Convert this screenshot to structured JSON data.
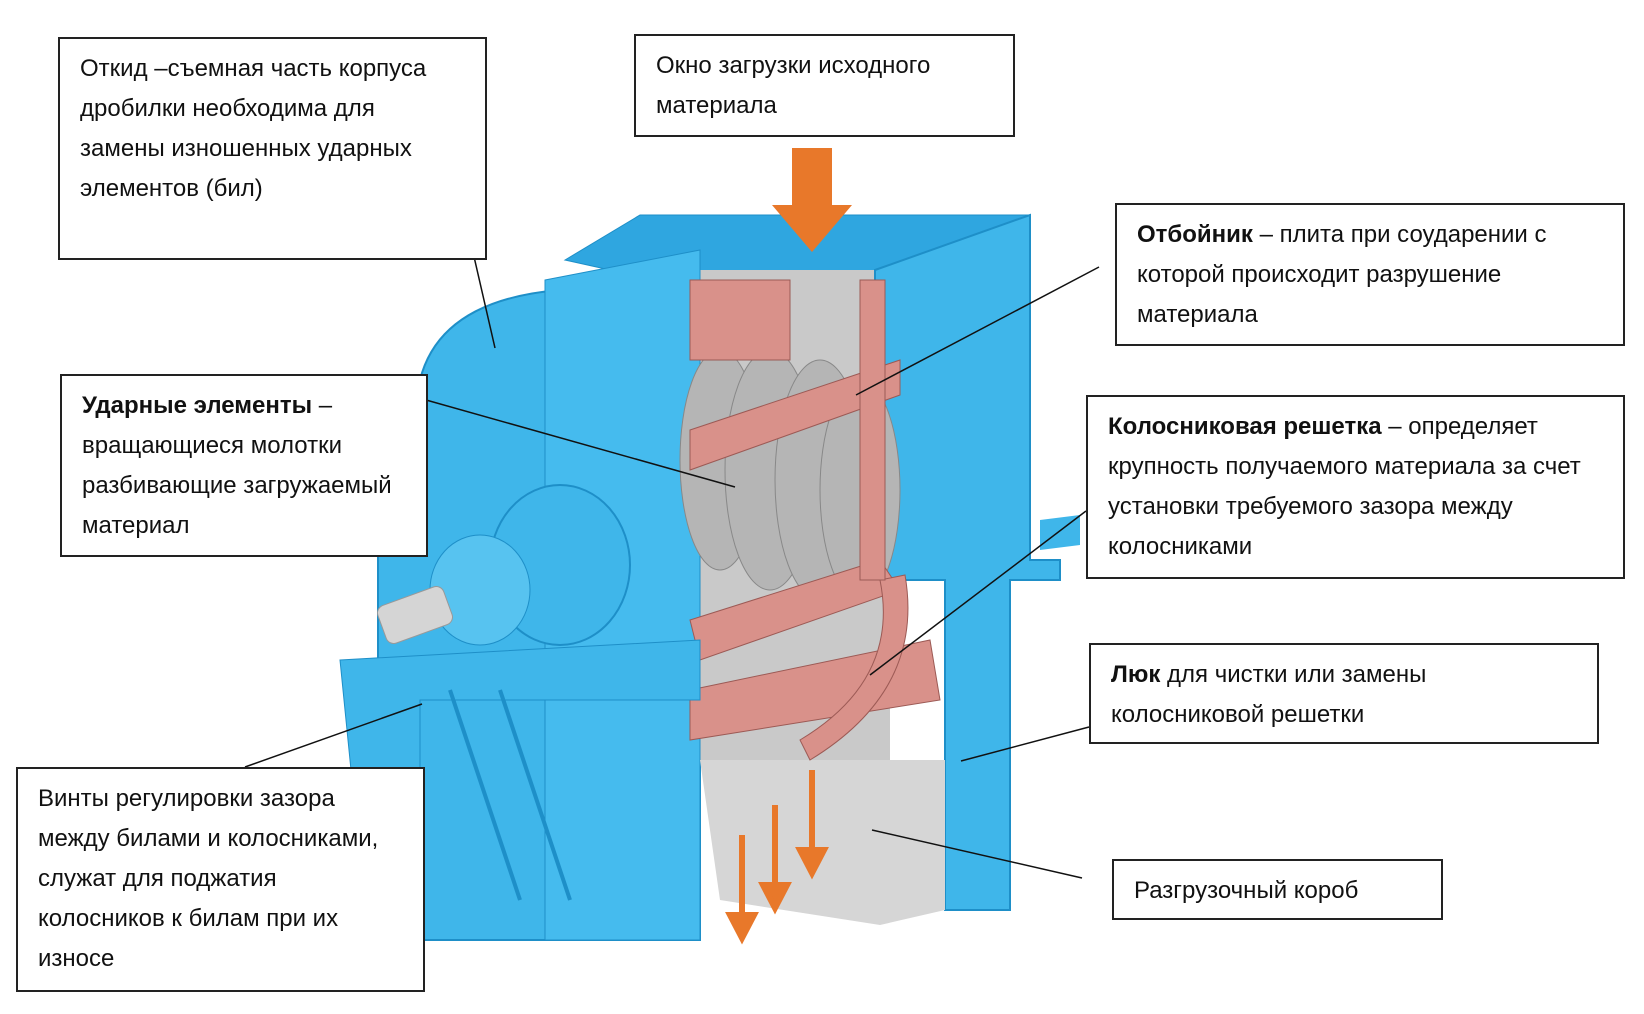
{
  "labels": {
    "otkid": {
      "title": "",
      "text": "Откид –съемная часть корпуса дробилки необходима для замены изношенных ударных элементов (бил)"
    },
    "okno": {
      "title": "",
      "text": "Окно загрузки исходного материала"
    },
    "otboynik": {
      "title": "Отбойник",
      "text": " – плита при соударении с которой происходит разрушение материала"
    },
    "udarnye": {
      "title": "Ударные элементы",
      "text": " – вращающиеся молотки разбивающие загружаемый материал"
    },
    "kolosnik": {
      "title": "Колосниковая решетка",
      "text": " – определяет крупность получаемого материала за счет установки требуемого зазора между колосниками"
    },
    "lyuk": {
      "title": "Люк",
      "text": " для чистки или замены колосниковой решетки"
    },
    "vinty": {
      "title": "",
      "text": "Винты регулировки зазора между билами и колосниками, служат для поджатия колосников к билам при их износе"
    },
    "razgruz": {
      "title": "",
      "text": "Разгрузочный короб"
    }
  },
  "colors": {
    "body": "#3fb6ea",
    "body_dark": "#1e8fc8",
    "rotor": "#d9918a",
    "disc": "#b9b9b9",
    "arrow": "#e8782a"
  }
}
